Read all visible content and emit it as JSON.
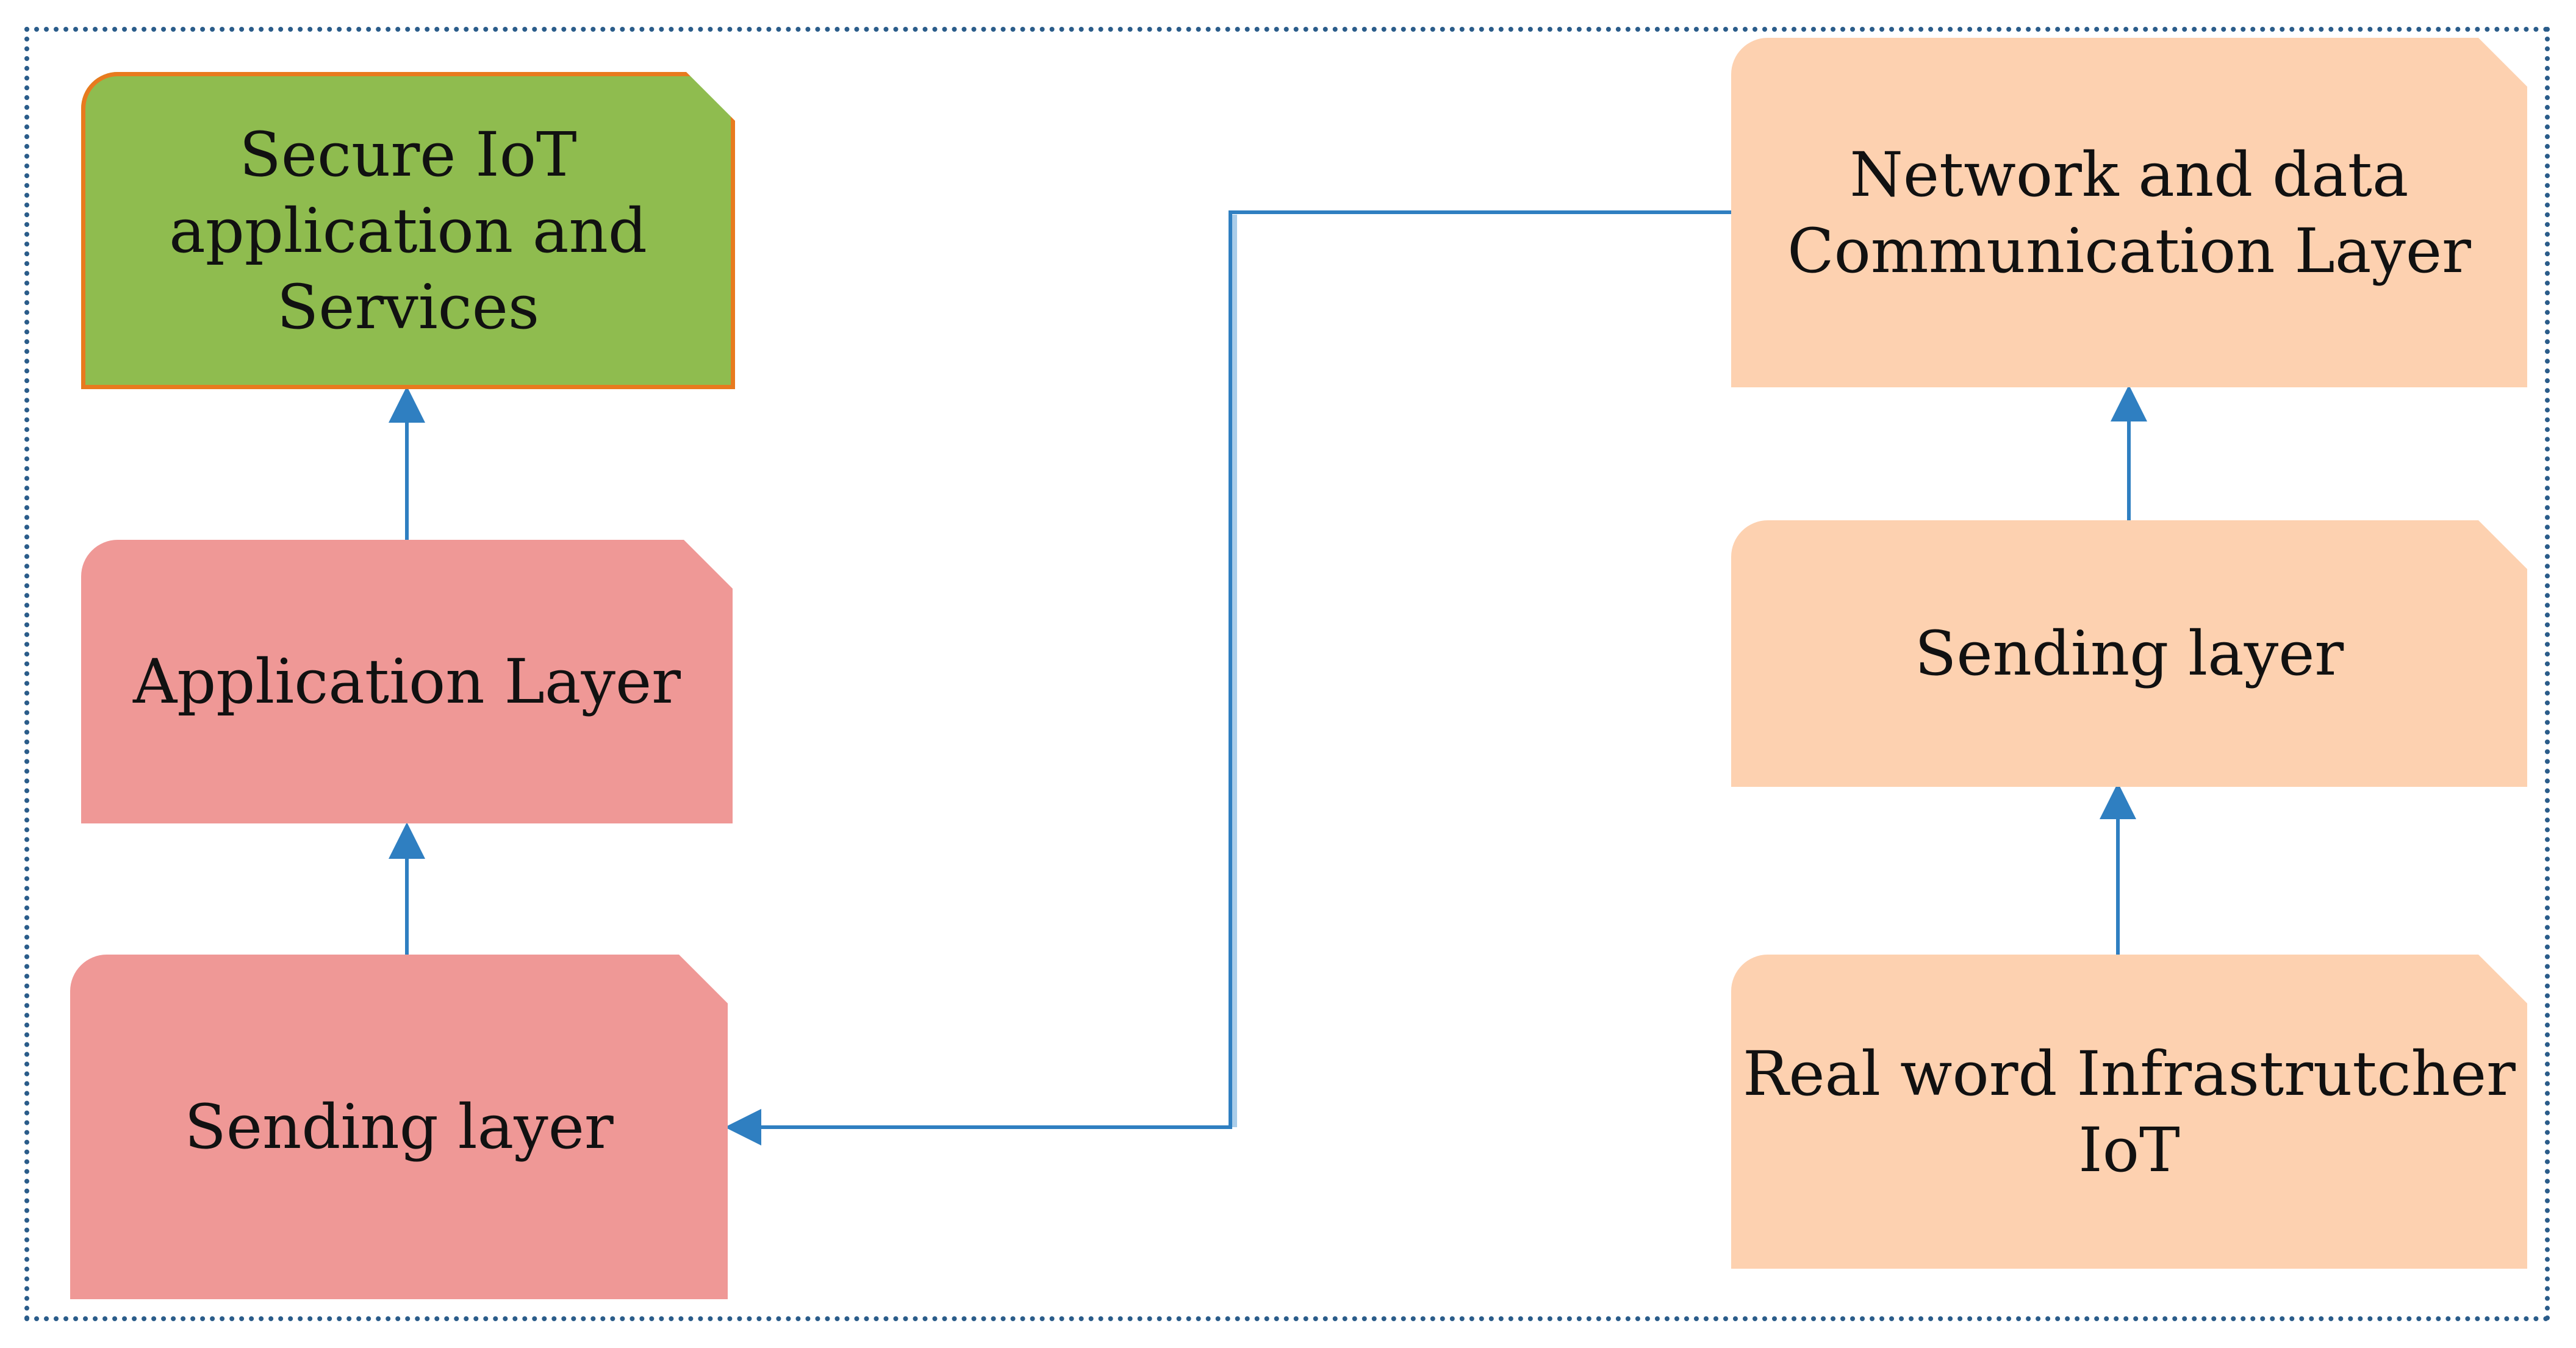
{
  "left_column": {
    "secure_services": {
      "label": "Secure IoT\napplication and\nServices",
      "fill": "#8fbc4f",
      "outline": "#e87a1e"
    },
    "application_layer": {
      "label": "Application Layer",
      "fill": "#ef9896"
    },
    "sending_layer": {
      "label": "Sending layer",
      "fill": "#ef9896"
    }
  },
  "right_column": {
    "network_layer": {
      "label": "Network and data\nCommunication Layer",
      "fill": "#fdd1b0"
    },
    "sending_layer": {
      "label": "Sending layer",
      "fill": "#fdd1b0"
    },
    "real_world_iot": {
      "label": "Real word Infrastrutcher\nIoT",
      "fill": "#fdd1b0"
    }
  },
  "connector_color": "#2f7fc1",
  "frame_color": "#2a5c8a"
}
